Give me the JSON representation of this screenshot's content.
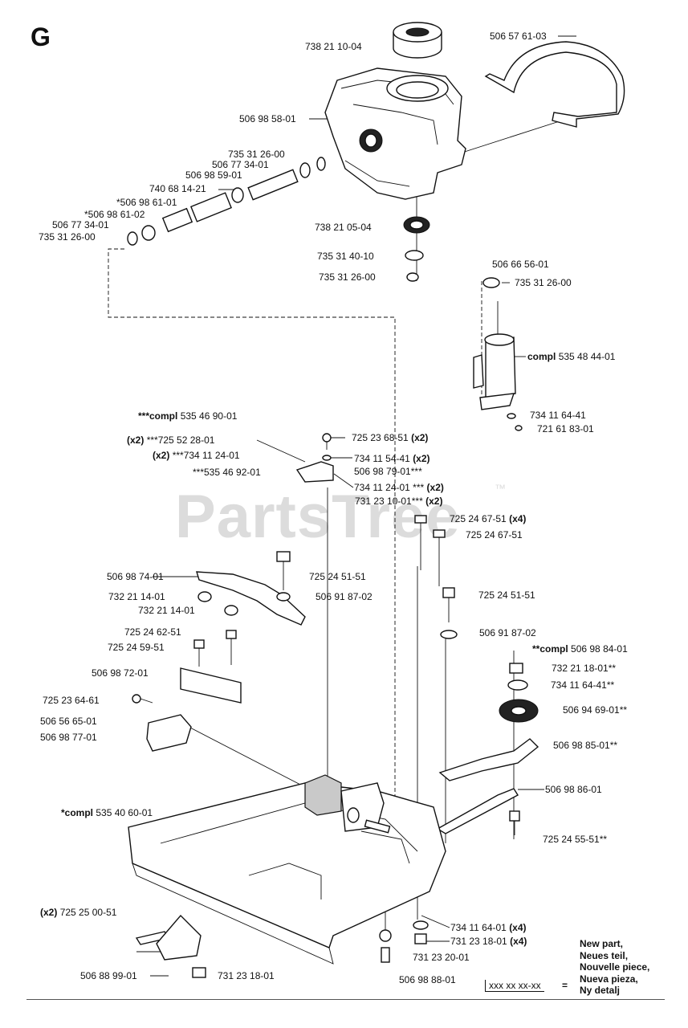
{
  "section_letter": "G",
  "watermark": "PartsTree",
  "watermark_tm": "™",
  "labels": {
    "p738211004": "738 21 10-04",
    "p506576103": "506 57 61-03",
    "p506985801": "506 98 58-01",
    "p735312600a": "735 31 26-00",
    "p506773401a": "506 77 34-01",
    "p506985901": "506 98 59-01",
    "p740681421": "740 68 14-21",
    "p506986101": "*506 98 61-01",
    "p506986102": "*506 98 61-02",
    "p506773401b": "506 77 34-01",
    "p735312600b": "735 31 26-00",
    "p738210504": "738 21 05-04",
    "p735314010": "735 31 40-10",
    "p735312600c": "735 31 26-00",
    "p506665601": "506 66 56-01",
    "p735312600d": "735 31 26-00",
    "compl535484401_prefix": "compl",
    "compl535484401": "535 48 44-01",
    "p734116441a": "734 11 64-41",
    "p721618301": "721 61 83-01",
    "compl535469001_prefix": "***compl",
    "compl535469001": "535 46 90-01",
    "p725522801_prefix": "(x2)",
    "p725522801": "***725 52 28-01",
    "p734112401a_prefix": "(x2)",
    "p734112401a": "***734 11 24-01",
    "p535469201": "***535 46 92-01",
    "p725236851": "725 23 68-51",
    "p725236851_suffix": "(x2)",
    "p734115441": "734 11 54-41",
    "p734115441_suffix": "(x2)",
    "p506987901": "506 98 79-01***",
    "p734112401b": "734 11 24-01 ***",
    "p734112401b_suffix": "(x2)",
    "p731231001": "731 23 10-01***",
    "p731231001_suffix": "(x2)",
    "p725246751a": "725 24 67-51",
    "p725246751a_suffix": "(x4)",
    "p725246751b": "725 24 67-51",
    "p506987401": "506 98 74-01",
    "p725245151a": "725 24 51-51",
    "p506918702a": "506 91 87-02",
    "p732211401a": "732 21 14-01",
    "p732211401b": "732 21 14-01",
    "p725245151b": "725 24 51-51",
    "p725246251": "725 24 62-51",
    "p725245951": "725 24 59-51",
    "p506918702b": "506 91 87-02",
    "compl506988401_prefix": "**compl",
    "compl506988401": "506 98 84-01",
    "p506987201": "506 98 72-01",
    "p732211801": "732 21 18-01**",
    "p734116441b": "734 11 64-41**",
    "p725236461": "725 23 64-61",
    "p506946901": "506 94 69-01**",
    "p506566501": "506 56 65-01",
    "p506987701": "506 98 77-01",
    "p506988501": "506 98 85-01**",
    "p506988601": "506 98 86-01",
    "compl535406001_prefix": "*compl",
    "compl535406001": "535 40 60-01",
    "p725245551": "725 24 55-51**",
    "p725250051_prefix": "(x2)",
    "p725250051": "725 25 00-51",
    "p734116401": "734 11 64-01",
    "p734116401_suffix": "(x4)",
    "p731231801a": "731 23 18-01",
    "p731231801a_suffix": "(x4)",
    "p731232001": "731 23 20-01",
    "p506889901": "506 88 99-01",
    "p731231801b": "731 23 18-01",
    "p506988801": "506 98 88-01"
  },
  "legend": {
    "lines": [
      "New part,",
      "Neues teil,",
      "Nouvelle piece,",
      "Nueva pieza,",
      "Ny detalj"
    ],
    "placeholder": "xxx xx xx-xx",
    "equals": "="
  }
}
